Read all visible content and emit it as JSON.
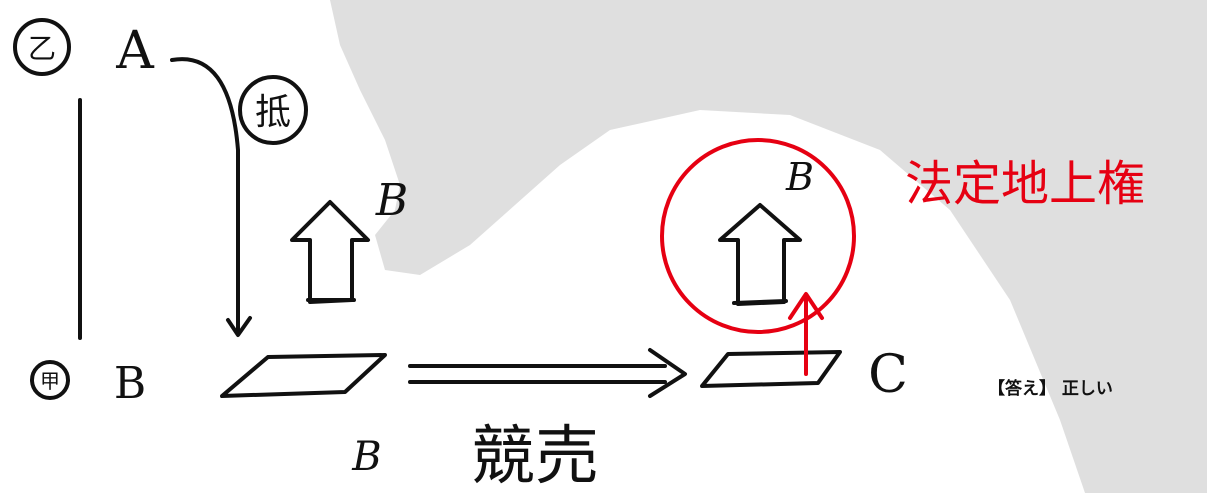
{
  "diagram": {
    "parties": {
      "top_role": "乙",
      "top_name": "A",
      "bottom_role": "甲",
      "bottom_name": "B",
      "mortgage_mark": "抵"
    },
    "left_building_owner": "B",
    "left_land_owner": "B",
    "auction_label": "競売",
    "right_building_owner": "B",
    "right_land_owner": "C",
    "right_note": "法定地上権"
  },
  "answer": {
    "prefix": "【答え】",
    "value": "正しい"
  },
  "colors": {
    "ink": "#111111",
    "accent": "#e60012",
    "watermark": "#d9d9d9"
  }
}
